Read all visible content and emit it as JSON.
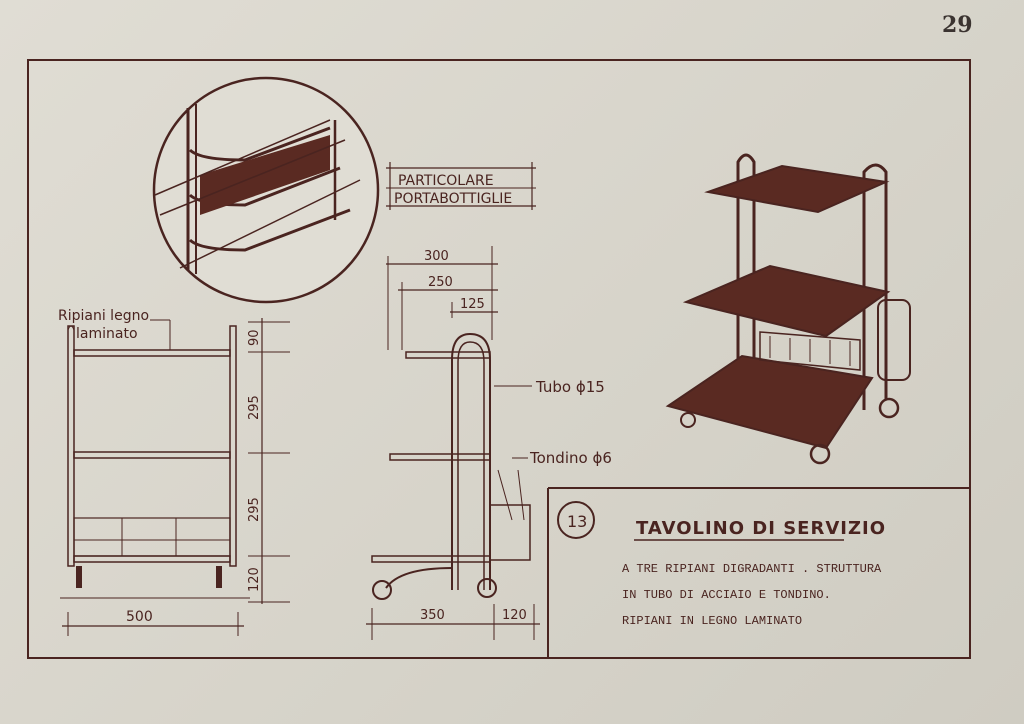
{
  "page_number": "29",
  "detail_label": {
    "line1": "PARTICOLARE",
    "line2": "PORTABOTTIGLIE"
  },
  "front_view": {
    "callout": {
      "line1": "Ripiani legno",
      "line2": "laminato"
    },
    "dims_vertical": [
      "90",
      "295",
      "295",
      "120"
    ],
    "dim_width": "500"
  },
  "side_view": {
    "dims_top": [
      "300",
      "250",
      "125"
    ],
    "tube_label": "Tubo ϕ15",
    "rod_label": "Tondino ϕ6",
    "dims_bottom": [
      "350",
      "120"
    ]
  },
  "title_block": {
    "number": "13",
    "title": "TAVOLINO DI SERVIZIO",
    "lines": [
      "A TRE RIPIANI DIGRADANTI . STRUTTURA",
      "IN TUBO DI ACCIAIO E TONDINO.",
      "RIPIANI IN LEGNO LAMINATO"
    ]
  },
  "colors": {
    "ink": "#4a2420",
    "shelf": "#5a2a22",
    "paper": "#dcd9cf"
  }
}
